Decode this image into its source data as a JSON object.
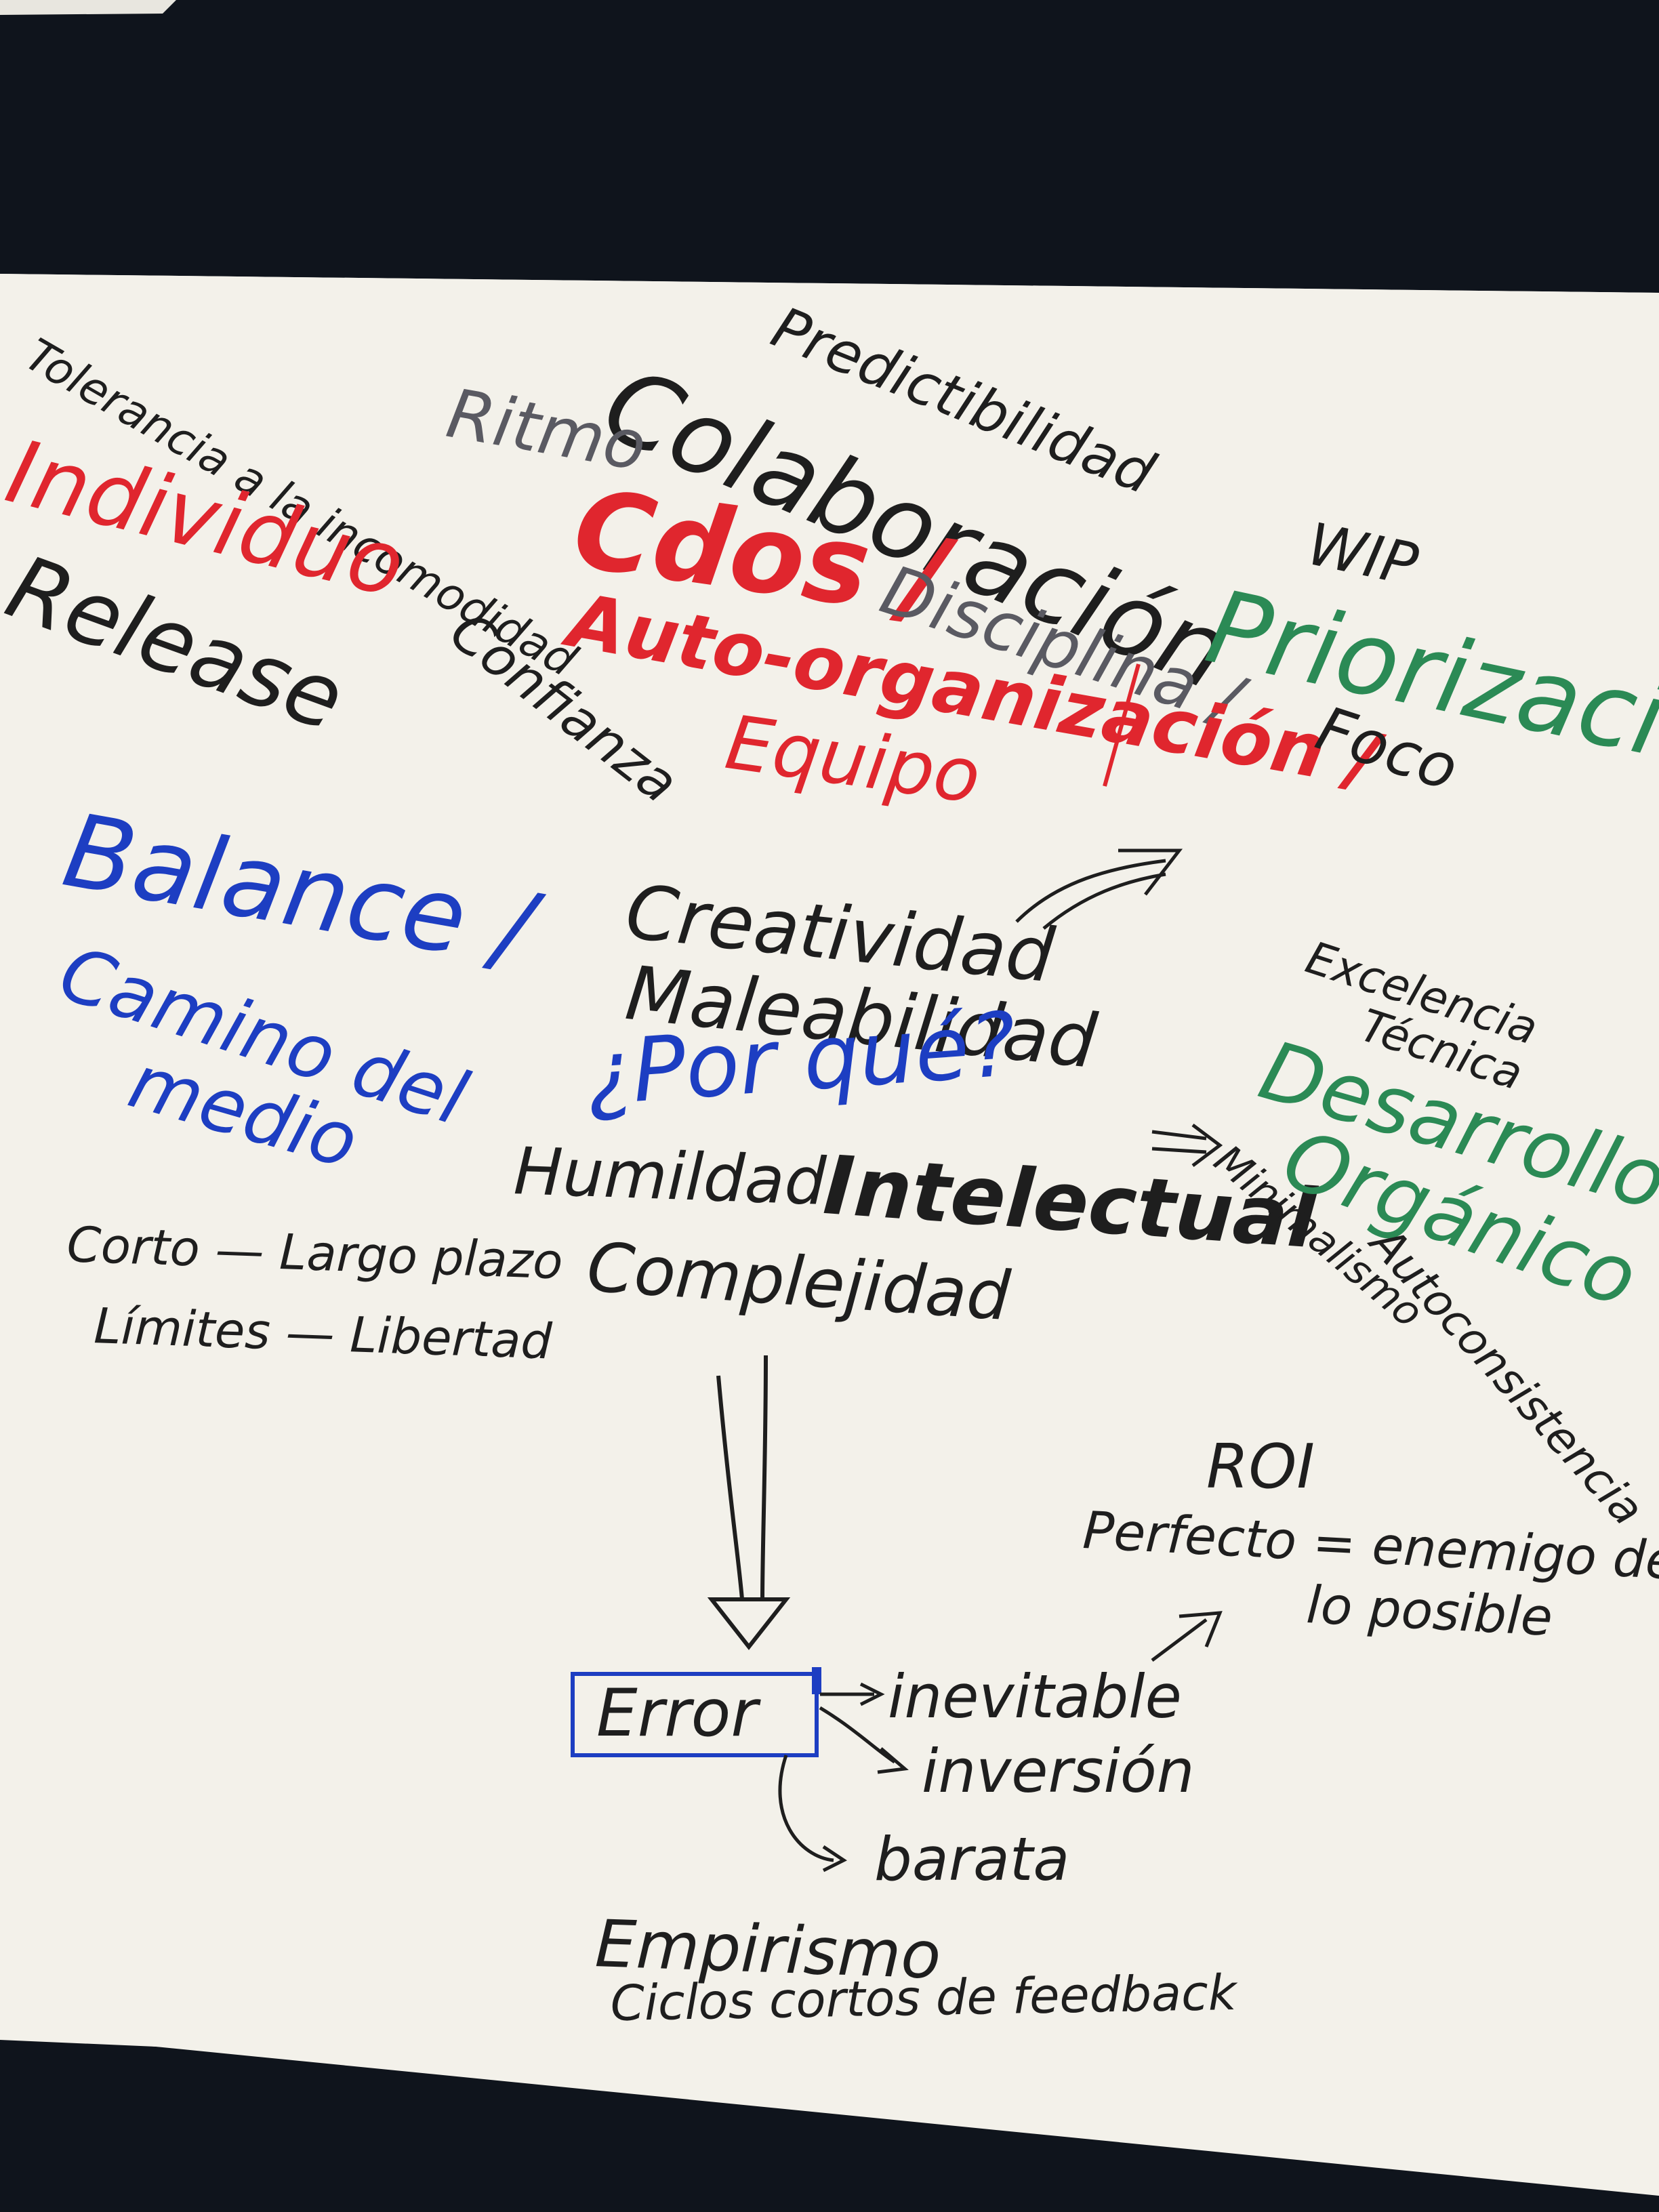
{
  "colors": {
    "background": "#0f141c",
    "paper": "#f3f1ea",
    "black_marker": "#1e1e1e",
    "red_marker": "#e0262e",
    "green_marker": "#2b8a55",
    "blue_marker": "#1d3ec2",
    "gray_marker": "#5a5a62"
  },
  "words": {
    "predictibilidad": "Predictibilidad",
    "colaboracion": "Colaboración",
    "ritmo": "Ritmo",
    "cdos": "Cdos /",
    "disciplina": "Disciplina /",
    "auto_organizacion": "Auto-organización /",
    "equipo": "Equipo",
    "confianza": "Confianza",
    "tolerancia": "Tolerancia a la incomodidad",
    "individuo": "Individuo",
    "release": "Release",
    "wip": "WIP",
    "priorizacion": "Priorización",
    "foco": "Foco",
    "balance": "Balance /",
    "camino_del_medio": "Camino del",
    "medio": "medio",
    "creatividad": "Creatividad",
    "maleabilidad": "Maleabilidad",
    "por_que": "¿Por qué?",
    "humildad": "Humildad",
    "intelectual": "Intelectual",
    "complejidad": "Complejidad",
    "excelencia": "Excelencia",
    "tecnica": "Técnica",
    "desarrollo": "Desarrollo",
    "organico": "Orgánico",
    "minimalismo": "Minimalismo",
    "autoconsistencia": "Autoconsistencia",
    "corto_largo_plazo": "Corto — Largo plazo",
    "limites_libertad": "Límites — Libertad",
    "roi": "ROI",
    "perfecto": "Perfecto = enemigo de",
    "lo_posible": "lo posible",
    "error": "Error",
    "inevitable": "inevitable",
    "inversion": "inversión",
    "barata": "barata",
    "empirismo": "Empirismo",
    "ciclos": "Ciclos cortos de feedback"
  }
}
